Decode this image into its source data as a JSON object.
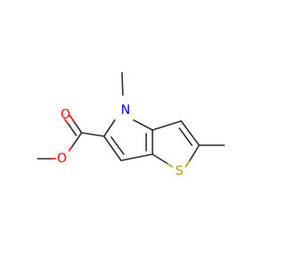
{
  "molecule": {
    "atoms": {
      "n": {
        "label": "N",
        "color": "#0000ff"
      },
      "s": {
        "label": "S",
        "color": "#b8a000"
      },
      "o_carbonyl": {
        "label": "O",
        "color": "#ff0000"
      },
      "o_ester": {
        "label": "O",
        "color": "#ff0000"
      }
    },
    "bond_color": "#303030"
  }
}
